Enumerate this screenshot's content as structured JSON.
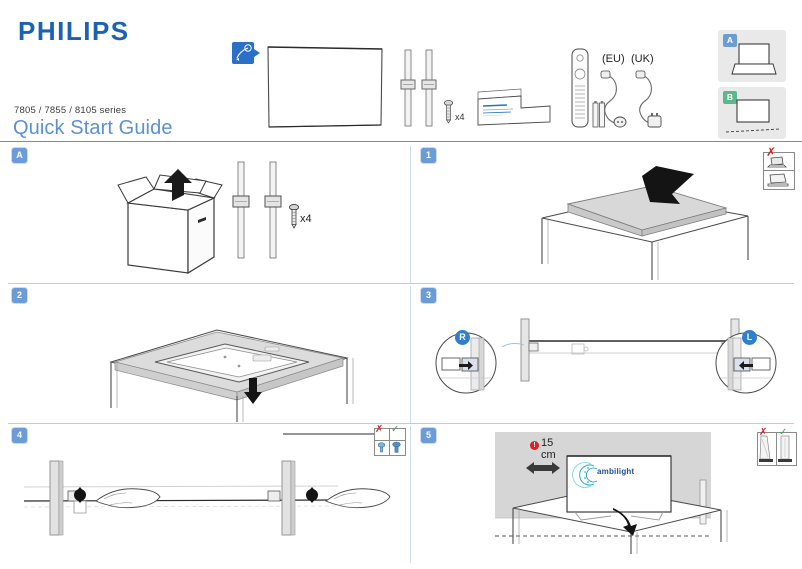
{
  "document": {
    "brand": "PHILIPS",
    "series": "7805 / 7855 / 8105 series",
    "title": "Quick Start Guide"
  },
  "theme": {
    "brand_blue": "#1b62b5",
    "title_blue": "#5b90d6",
    "badge_blue": "#6b9cd8",
    "badge_green": "#5cb88c",
    "warn_red": "#e02020",
    "ok_green": "#34a853",
    "rule_blue": "#5b90d6",
    "art_gray": "#d2d2d2"
  },
  "header_contents": {
    "camera_icon_name": "unpack-instruction-icon",
    "screw_count_label": "x4",
    "plug_labels": [
      "(EU)",
      "(UK)"
    ],
    "items": [
      {
        "name": "tv-panel",
        "label": ""
      },
      {
        "name": "stand-leg-left",
        "label": ""
      },
      {
        "name": "stand-leg-right",
        "label": ""
      },
      {
        "name": "screw-pack",
        "label": "x4"
      },
      {
        "name": "quick-start-leaflet",
        "label": ""
      },
      {
        "name": "remote-control",
        "label": ""
      },
      {
        "name": "batteries",
        "label": ""
      },
      {
        "name": "power-cord-eu",
        "label": "(EU)"
      },
      {
        "name": "power-cord-uk",
        "label": "(UK)"
      }
    ]
  },
  "mount_options": [
    {
      "id": "A",
      "name": "table-stand-option",
      "badge_color": "#6b9cd8",
      "description": "TV on table stand"
    },
    {
      "id": "B",
      "name": "wall-mount-option",
      "badge_color": "#5cb88c",
      "description": "TV wall mounted"
    }
  ],
  "steps": [
    {
      "id": "A",
      "name": "step-unbox",
      "badge": "A",
      "badge_color": "#6b9cd8",
      "labels": {
        "screws": "x4"
      },
      "art": "box-with-arrow-and-legs"
    },
    {
      "id": "1",
      "name": "step-place-cloth",
      "badge": "1",
      "badge_color": "#6b9cd8",
      "labels": {},
      "art": "cloth-on-table",
      "warning": {
        "name": "no-hard-surface-warning",
        "mark": "✗"
      }
    },
    {
      "id": "2",
      "name": "step-lay-tv-facedown",
      "badge": "2",
      "badge_color": "#6b9cd8",
      "labels": {},
      "art": "tv-facedown-on-table"
    },
    {
      "id": "3",
      "name": "step-attach-stand-legs",
      "badge": "3",
      "badge_color": "#6b9cd8",
      "labels": {
        "right_leg": "R",
        "left_leg": "L"
      },
      "art": "attach-legs-with-callouts"
    },
    {
      "id": "4",
      "name": "step-press-legs-home",
      "badge": "4",
      "badge_color": "#6b9cd8",
      "labels": {},
      "art": "hands-pressing-legs",
      "warning": {
        "name": "screw-type-warning",
        "mark_bad": "✗",
        "mark_good": "✓"
      }
    },
    {
      "id": "5",
      "name": "step-stand-tv-upright",
      "badge": "5",
      "badge_color": "#6b9cd8",
      "labels": {
        "distance_value": "15",
        "distance_unit": "cm",
        "ambilight": "ambilight"
      },
      "art": "tv-upright-on-table",
      "warning": {
        "name": "leg-orientation-warning",
        "mark_bad": "✗",
        "mark_good": "✓"
      }
    }
  ]
}
